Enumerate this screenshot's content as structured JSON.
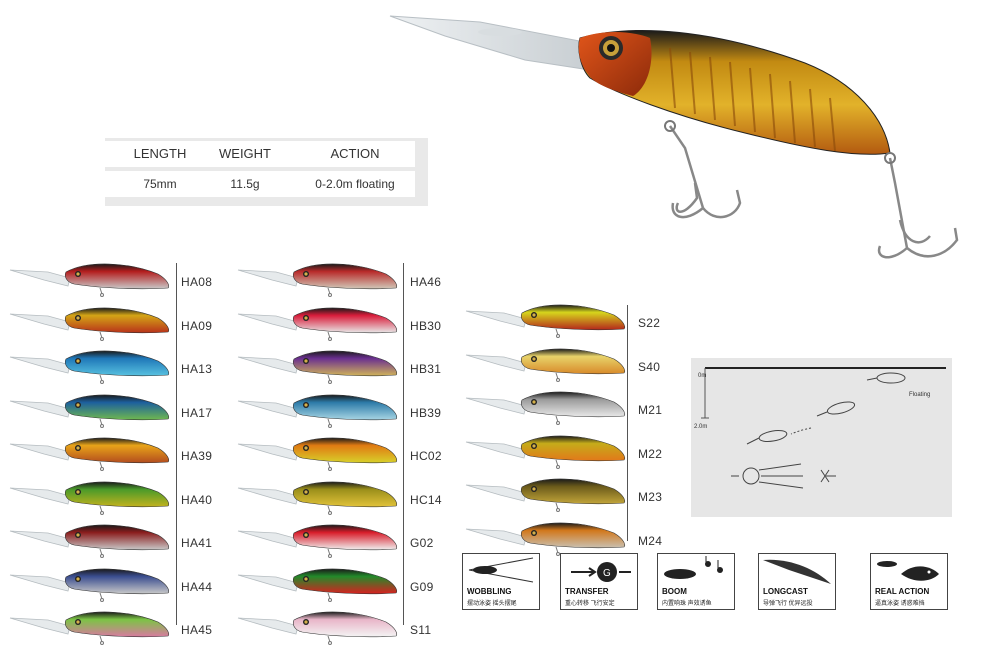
{
  "spec": {
    "headers": [
      "LENGTH",
      "WEIGHT",
      "ACTION"
    ],
    "values": [
      "75mm",
      "11.5g",
      "0-2.0m floating"
    ]
  },
  "columns": [
    {
      "codes": [
        "HA08",
        "HA09",
        "HA13",
        "HA17",
        "HA39",
        "HA40",
        "HA41",
        "HA44",
        "HA45"
      ],
      "colors": [
        [
          "#b31d1d",
          "#c9c9c9"
        ],
        [
          "#d4a516",
          "#b8321a"
        ],
        [
          "#1f77b8",
          "#58c1e0"
        ],
        [
          "#1c5f9e",
          "#6fb84f"
        ],
        [
          "#e8a419",
          "#b34d1e"
        ],
        [
          "#4a9a2a",
          "#c2b21e"
        ],
        [
          "#8a1c1c",
          "#c9c9c9"
        ],
        [
          "#3a4d8f",
          "#c9c9c9"
        ],
        [
          "#7bc444",
          "#d87aa0"
        ]
      ]
    },
    {
      "codes": [
        "HA46",
        "HB30",
        "HB31",
        "HB39",
        "HC02",
        "HC14",
        "G02",
        "G09",
        "S11"
      ],
      "colors": [
        [
          "#b82a2a",
          "#d1c8b8"
        ],
        [
          "#d81c3a",
          "#e8e8e8"
        ],
        [
          "#6a2f8f",
          "#d0b35a"
        ],
        [
          "#2c7aa8",
          "#a7d5e4"
        ],
        [
          "#e07a12",
          "#d8d02a"
        ],
        [
          "#9a8f1a",
          "#e2c33a"
        ],
        [
          "#d81c2a",
          "#f0f0f0"
        ],
        [
          "#228a2a",
          "#d92020"
        ],
        [
          "#e8b5c8",
          "#f4f4f4"
        ]
      ]
    },
    {
      "codes": [
        "S22",
        "S40",
        "M21",
        "M22",
        "M23",
        "M24"
      ],
      "colors": [
        [
          "#d6d61c",
          "#b3271c"
        ],
        [
          "#e8d36a",
          "#d88a2a"
        ],
        [
          "#9a9a9a",
          "#e8e8e8"
        ],
        [
          "#c5ac1a",
          "#e2781a"
        ],
        [
          "#6a5a1a",
          "#c2a53a"
        ],
        [
          "#d2771a",
          "#c9c0b0"
        ]
      ]
    }
  ],
  "diagram": {
    "depth_top": "0m",
    "depth_bottom": "2.0m",
    "action_label": "Floating"
  },
  "features": [
    {
      "title": "WOBBLING",
      "sub": "摆动泳姿  摇头摆尾"
    },
    {
      "title": "TRANSFER",
      "sub": "重心转移  飞行安定"
    },
    {
      "title": "BOOM",
      "sub": "内置响珠  声效诱鱼"
    },
    {
      "title": "LONGCAST",
      "sub": "导弹飞行  优异远投"
    },
    {
      "title": "REAL ACTION",
      "sub": "逼真泳姿  诱惑难挡"
    }
  ],
  "colors": {
    "hero_body": "#d48a14",
    "hero_head": "#c0350e",
    "hero_back": "#1a1a1a"
  }
}
